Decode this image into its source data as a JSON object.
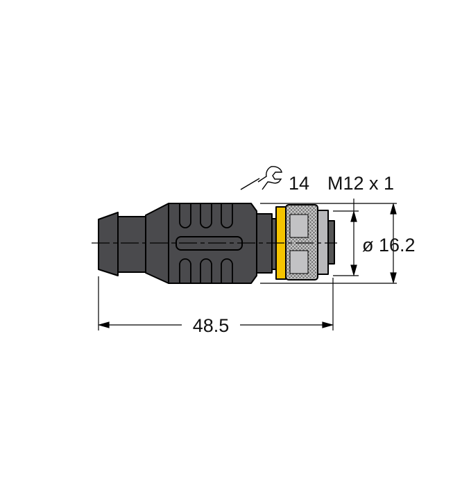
{
  "drawing": {
    "wrench_size": "14",
    "thread": "M12 x 1",
    "diameter": "ø 16.2",
    "length": "48.5"
  },
  "colors": {
    "body": "#4a4a4d",
    "ring": "#f5c400",
    "nut": "#b9b9bb",
    "outline": "#000000"
  },
  "icons": [
    "wrench-icon"
  ]
}
